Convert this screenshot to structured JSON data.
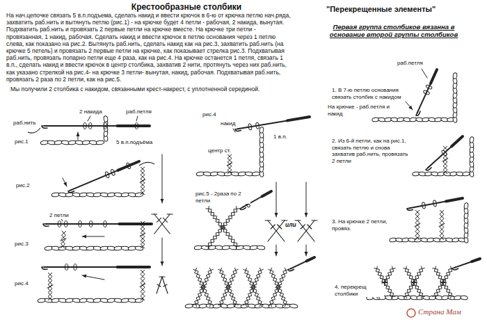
{
  "diagram": {
    "title": "Крестообразные столбики",
    "labels": [
      "На нач.цепочке связать 5 в.п.подъема, сделать накид и ввести крючок в 6-ю от крючка петлю нач.ряда, захватить раб.нить и вытянуть петлю (рис.1) - на крючке будет 4 петли - рабочая, 2 накида, вынутая. Подхватить раб.нить и провязать 2 первые петли на крючке вместе. На крючке три петли - провязанная, 1 накид, рабочая. Сделать накид и ввести крючок в петлю основания через 1 петлю слева, как показано на рис.2. Вытянуть раб.нить, сделать накид как на рис.3, захватить раб.нить (на крючке 5 петель) и провязать 2 первые петли на крючке, как показывает стрелка рис.3. Подхватывая раб.нить, провязать попарно петли еще 4 раза, как на рис.4. На крючке останется 1 петля, связать 1 в.п., сделать накид и ввести крючок в центр столбика, захватив 2 нити, протянуть через них раб.нить, как указано стрелкой на рис.4- на крючке 3 петли- вынутая, накид, рабочая. Подхватывая раб.нить, провязать 2 раза по 2 петли, как на рис.5.",
      "Мы получили 2 столбика с накидом, связанными крест-накрест, с уплотненной серединой.",
      "раб.нить",
      "2 накида",
      "раб.петля",
      "рис.1",
      "5 в.п.подъёма",
      "рис.2",
      "2 петли",
      "рис.3",
      "рис.4",
      "рис.4",
      "накид",
      "1 в.п.",
      "центр ст.",
      "рис.5 - 2раза по 2 петли",
      "или",
      "\"Перекрещенные элементы\"",
      "Первая группа столбиков вязанна в основание второй группы столбиков",
      "раб.петля",
      "1. В 7-ю петлю основания связать столбик с накидом",
      "На крючке - раб.петля и накид",
      "2. Из 6-й петли, как на рис.1, связать петлю и снова захватив раб.нить, провязать 2 петли",
      "3. На крючке 2 петли, провяз.",
      "4. перекрещ столбики",
      "Страна Мам"
    ]
  }
}
